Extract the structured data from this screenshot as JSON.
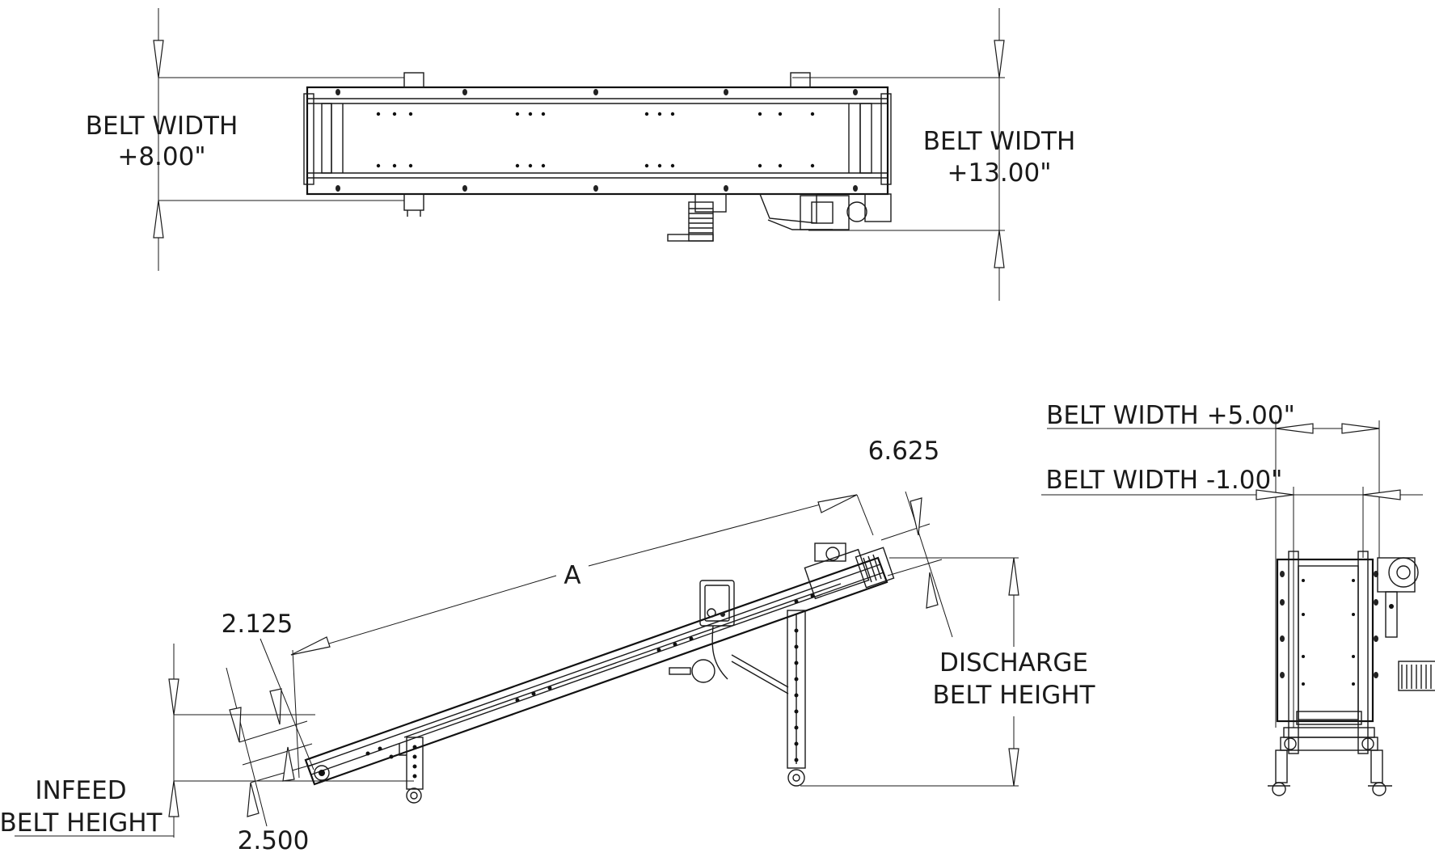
{
  "dimensions": {
    "top_view": {
      "left_label_line1": "BELT WIDTH",
      "left_label_line2": "+8.00\"",
      "right_label_line1": "BELT WIDTH",
      "right_label_line2": "+13.00\""
    },
    "side_view": {
      "length_label": "A",
      "discharge_offset": "6.625",
      "infeed_offset_upper": "2.125",
      "infeed_offset_lower": "2.500",
      "discharge_label_line1": "DISCHARGE",
      "discharge_label_line2": "BELT HEIGHT",
      "infeed_label_line1": "INFEED",
      "infeed_label_line2": "BELT HEIGHT"
    },
    "end_view": {
      "outer_width_label": "BELT WIDTH +5.00\"",
      "inner_width_label": "BELT WIDTH -1.00\""
    }
  }
}
